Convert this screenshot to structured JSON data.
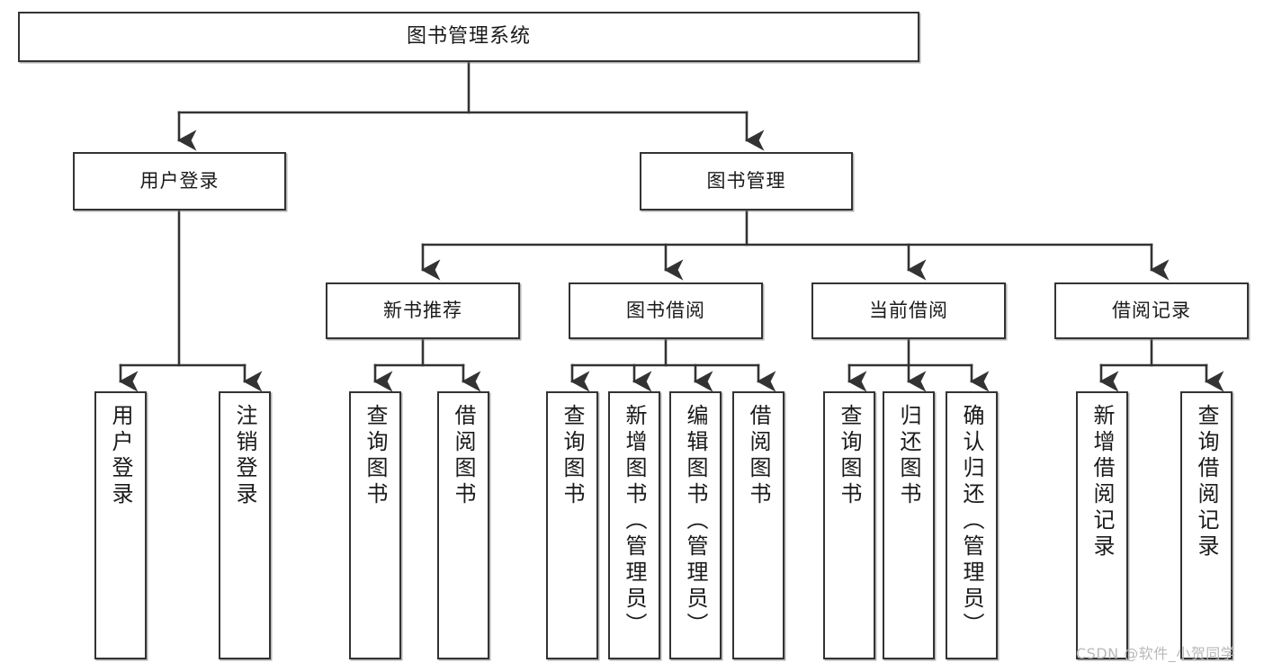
{
  "diagram": {
    "title": "图书管理系统",
    "watermark": "CSDN @软件_小贺同学",
    "line_color": "#333333",
    "box_fill": "#ffffff",
    "text_color": "#1a1a1a"
  },
  "nodes": {
    "root": {
      "label": "图书管理系统"
    },
    "level2": [
      {
        "label": "用户登录"
      },
      {
        "label": "图书管理"
      }
    ],
    "level3": [
      {
        "label": "新书推荐"
      },
      {
        "label": "图书借阅"
      },
      {
        "label": "当前借阅"
      },
      {
        "label": "借阅记录"
      }
    ],
    "leaves": {
      "user_login": [
        {
          "label": "用户登录"
        },
        {
          "label": "注销登录"
        }
      ],
      "new_book_recommend": [
        {
          "label": "查询图书"
        },
        {
          "label": "借阅图书"
        }
      ],
      "book_borrow": [
        {
          "label": "查询图书"
        },
        {
          "label": "新增图书（管理员）"
        },
        {
          "label": "编辑图书（管理员）"
        },
        {
          "label": "借阅图书"
        }
      ],
      "current_borrow": [
        {
          "label": "查询图书"
        },
        {
          "label": "归还图书"
        },
        {
          "label": "确认归还（管理员）"
        }
      ],
      "borrow_record": [
        {
          "label": "新增借阅记录"
        },
        {
          "label": "查询借阅记录"
        }
      ]
    }
  }
}
